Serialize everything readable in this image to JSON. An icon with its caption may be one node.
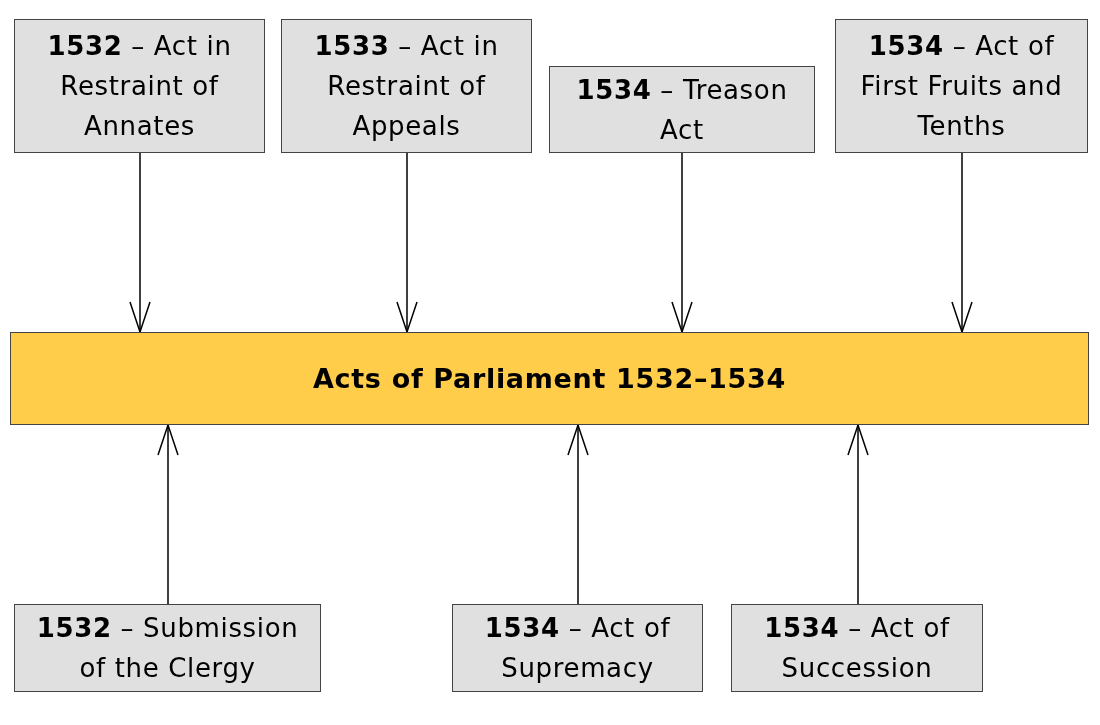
{
  "diagram": {
    "nodes": [
      {
        "text": [
          "**1532** – Act in Restraint of Annates"
        ]
      },
      {
        "text": [
          "**1533** – Act in Restraint of Appeals"
        ]
      },
      {
        "text": [
          "**1534** – Treason Act"
        ]
      },
      {
        "text": [
          "**1534** – Act of First Fruits and Tenths"
        ]
      },
      {
        "text": [
          "Acts of Parliament 1532–1534"
        ]
      },
      {
        "text": [
          "**1532** – Submission of the Clergy"
        ]
      },
      {
        "text": [
          "**1534** – Act of Supremacy"
        ]
      },
      {
        "text": [
          "**1534** – Act of Succession"
        ]
      }
    ],
    "edges": [
      {
        "from": 0,
        "to": 4,
        "arrow": "to"
      },
      {
        "from": 1,
        "to": 4,
        "arrow": "to"
      },
      {
        "from": 2,
        "to": 4,
        "arrow": "to"
      },
      {
        "from": 3,
        "to": 4,
        "arrow": "to"
      },
      {
        "from": 5,
        "to": 4,
        "arrow": "to"
      },
      {
        "from": 6,
        "to": 4,
        "arrow": "to"
      },
      {
        "from": 7,
        "to": 4,
        "arrow": "to"
      }
    ]
  }
}
